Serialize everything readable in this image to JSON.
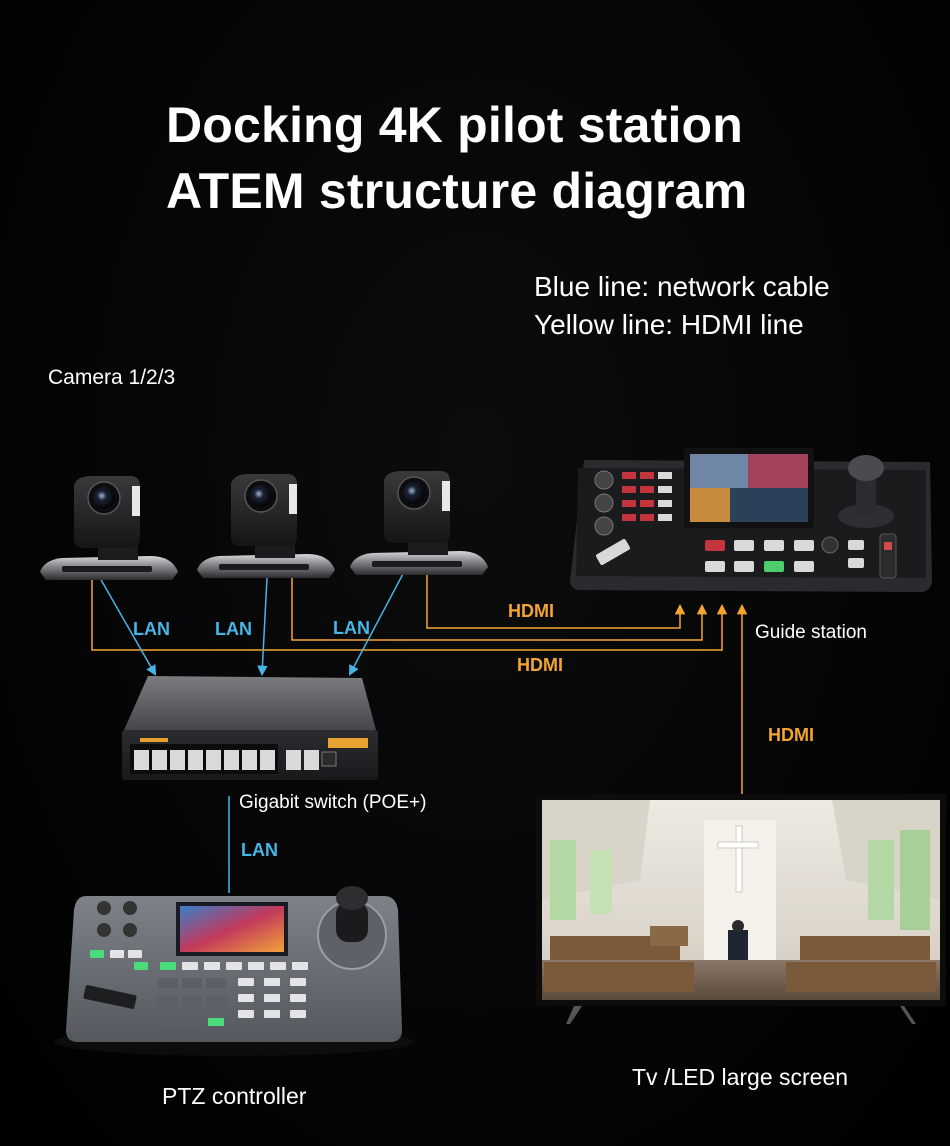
{
  "title": {
    "line1": "Docking 4K pilot station",
    "line2": "ATEM structure diagram"
  },
  "legend": {
    "blue": "Blue line: network cable",
    "yellow": "Yellow line: HDMI line"
  },
  "labels": {
    "cameras": "Camera 1/2/3",
    "guide_station": "Guide station",
    "switch": "Gigabit switch (POE+)",
    "ptz": "PTZ controller",
    "tv": "Tv /LED large screen"
  },
  "connections": {
    "lan_cam1": "LAN",
    "lan_cam2": "LAN",
    "lan_cam3": "LAN",
    "lan_ptz": "LAN",
    "hdmi_cam3": "HDMI",
    "hdmi_cam1": "HDMI",
    "hdmi_tv": "HDMI"
  },
  "colors": {
    "network": "#48b5e6",
    "hdmi": "#f4a531"
  },
  "icons": [
    "ptz-camera-icon",
    "video-switcher-icon",
    "poe-switch-icon",
    "ptz-keyboard-icon",
    "tv-screen-icon"
  ]
}
